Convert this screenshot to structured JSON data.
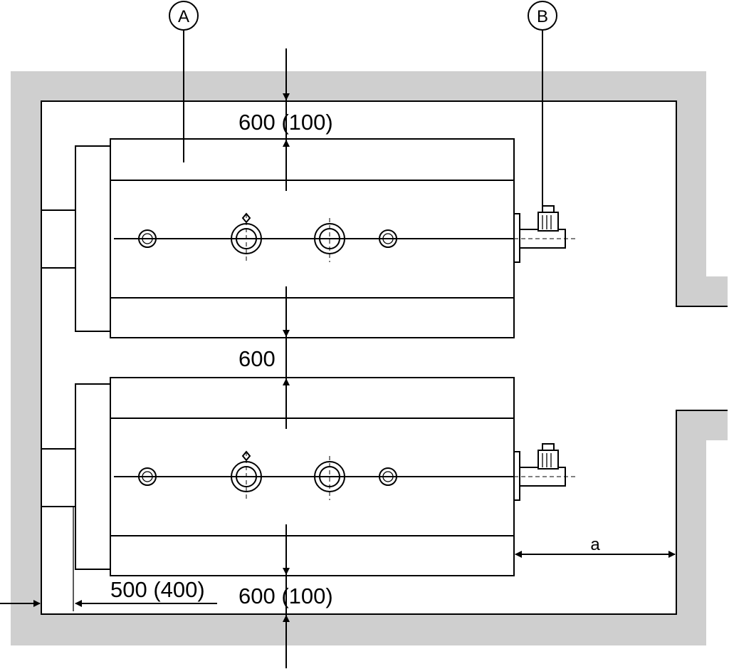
{
  "callouts": [
    {
      "id": "A",
      "label": "A"
    },
    {
      "id": "B",
      "label": "B"
    }
  ],
  "dimensions": {
    "top_clearance": "600 (100)",
    "between_boilers": "600",
    "bottom_clearance": "600 (100)",
    "front_clearance": "500 (400)",
    "side_distance": "a"
  },
  "colors": {
    "wall_fill": "#cfcfcf",
    "line": "#000000",
    "background": "#ffffff"
  }
}
